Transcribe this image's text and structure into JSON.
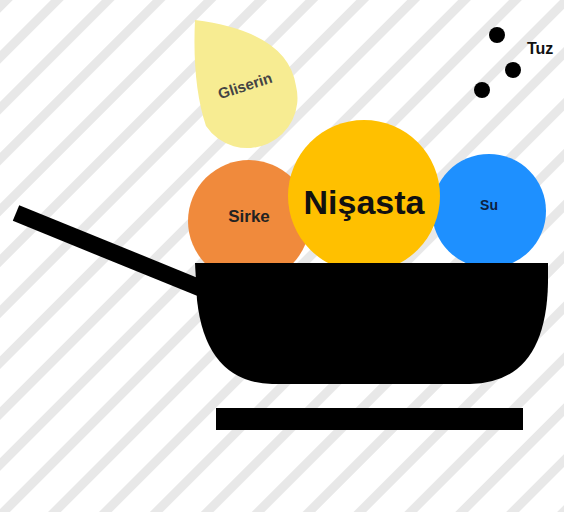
{
  "diagram": {
    "nodes": [
      {
        "text": [
          "Gliserin"
        ]
      },
      {
        "text": [
          "Sirke"
        ]
      },
      {
        "text": [
          "Nişasta"
        ]
      },
      {
        "text": [
          "Su"
        ]
      }
    ],
    "labels": [
      "Tuz"
    ]
  }
}
